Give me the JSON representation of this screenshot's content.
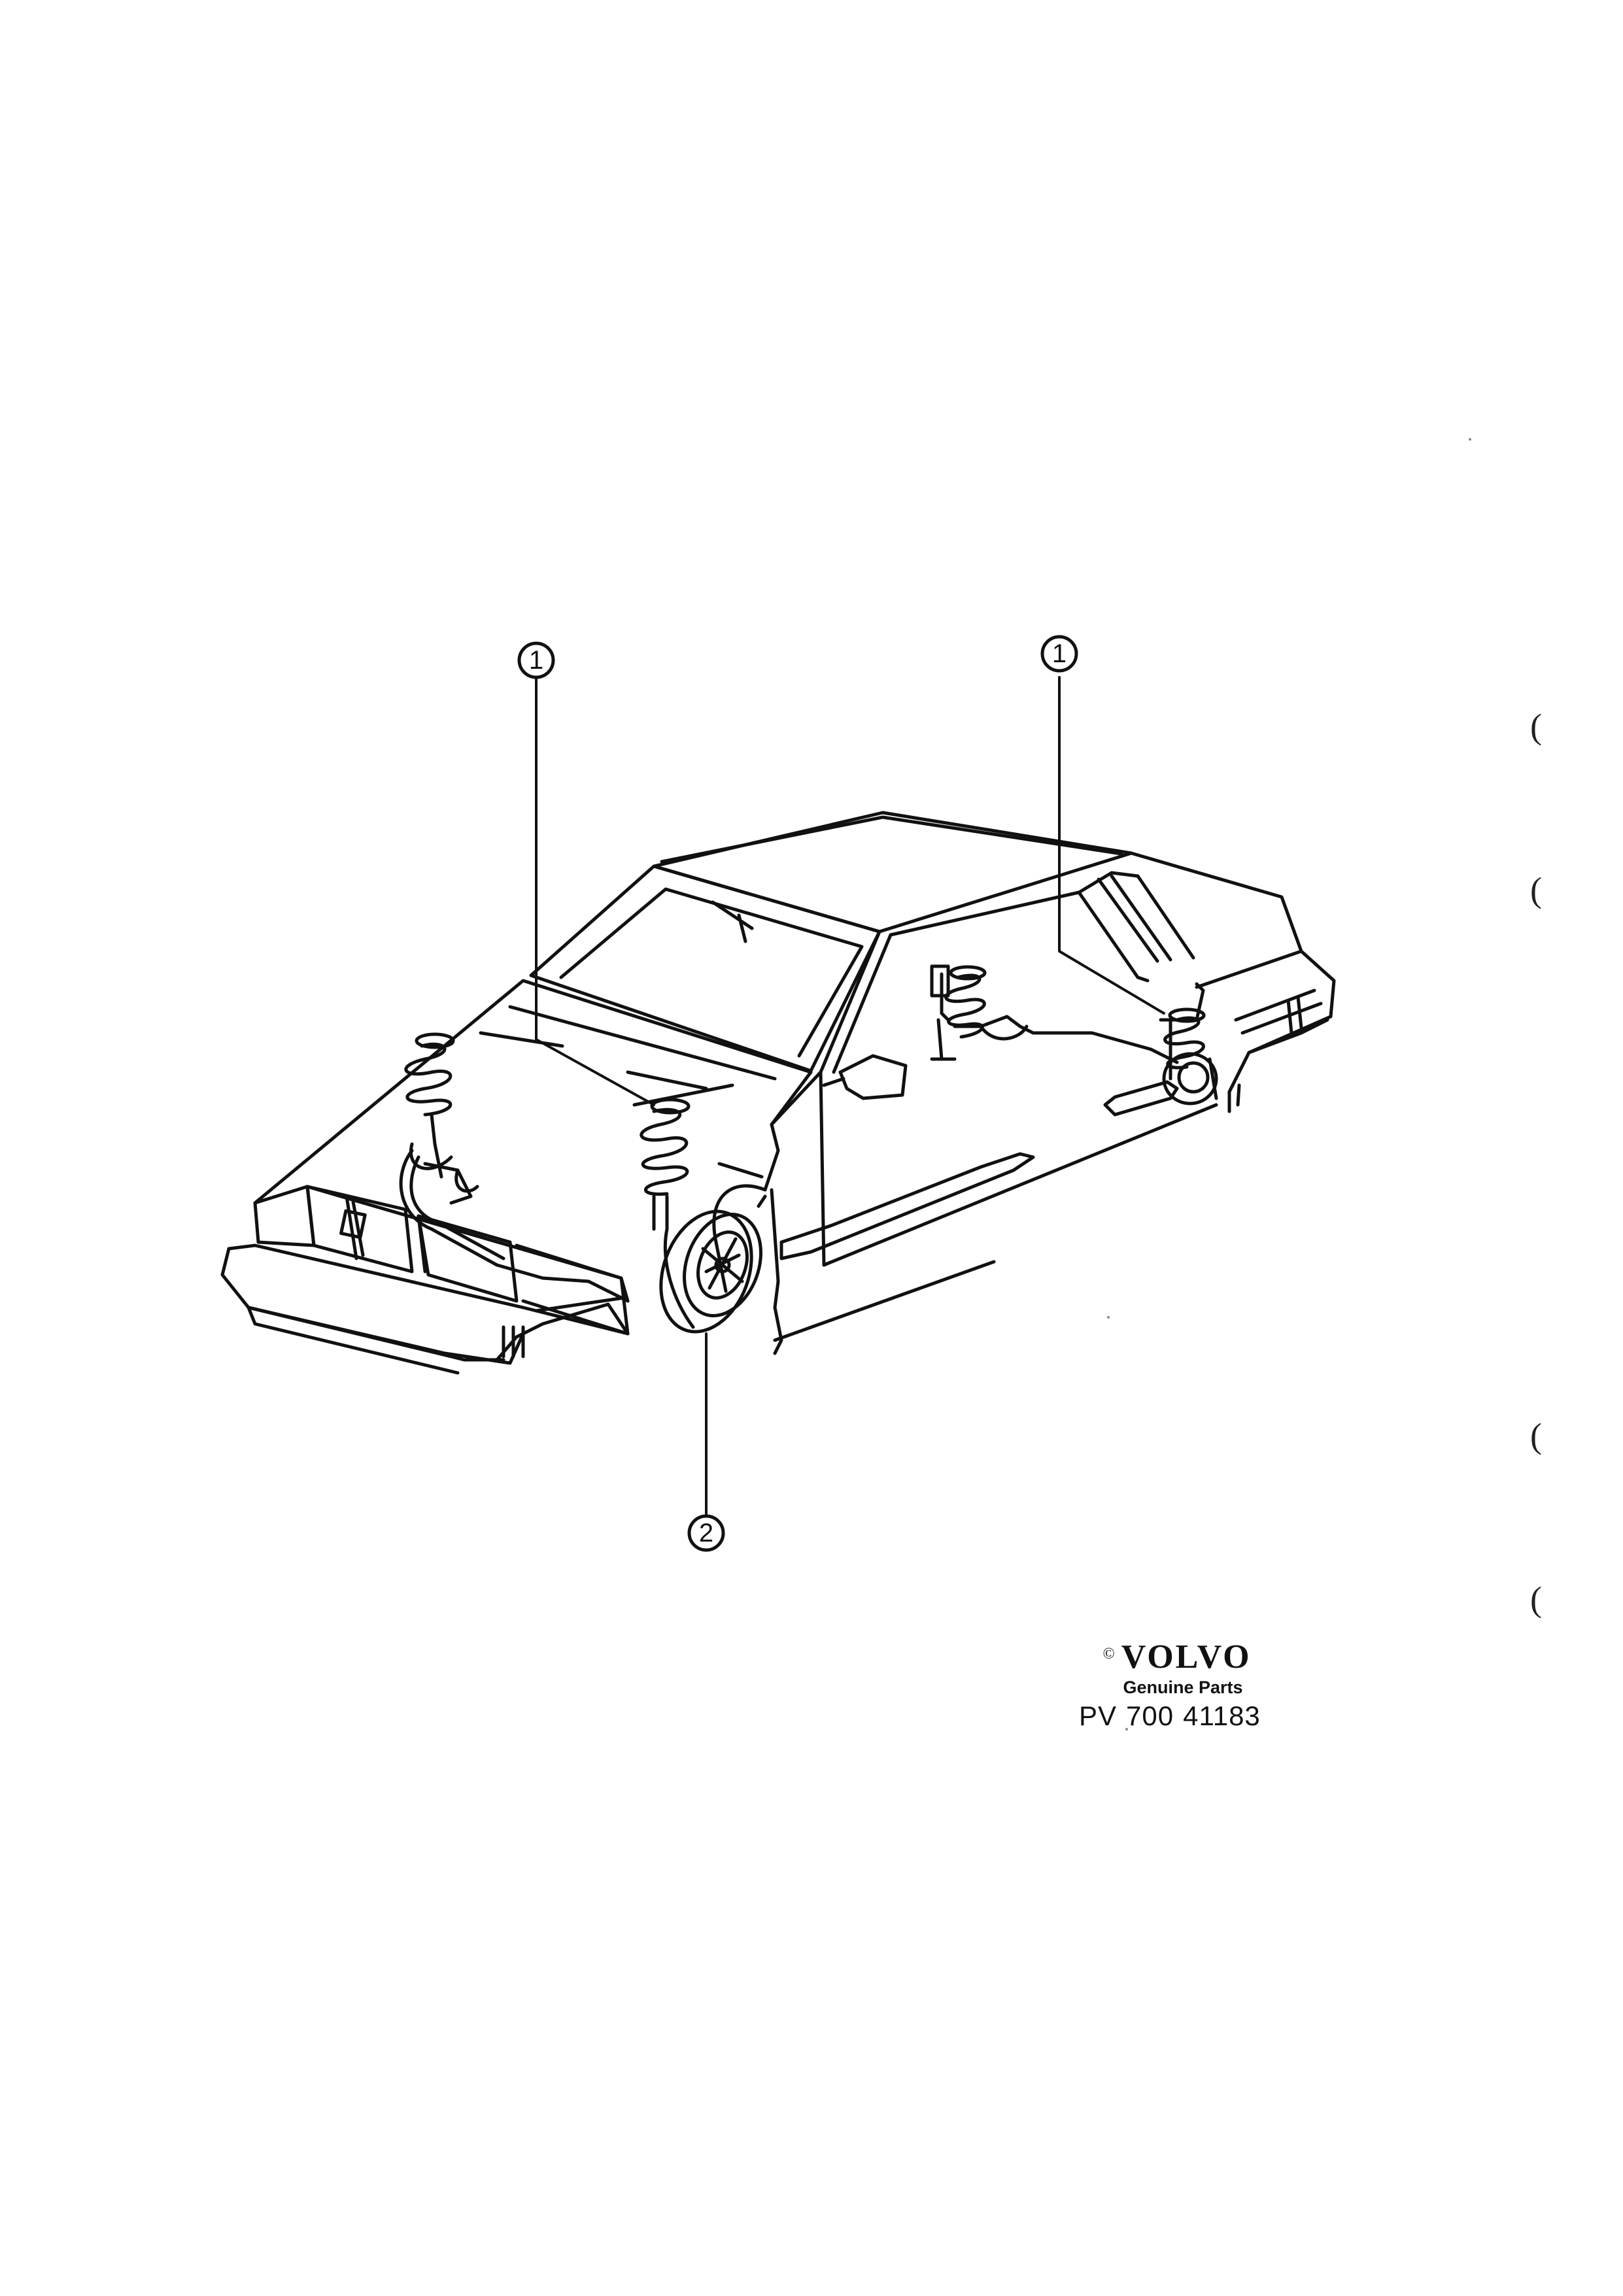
{
  "callouts": [
    {
      "id": "front-left-spring",
      "label": "1"
    },
    {
      "id": "rear-spring",
      "label": "1"
    },
    {
      "id": "wheel",
      "label": "2"
    }
  ],
  "branding": {
    "mark": "©",
    "name": "VOLVO",
    "subtitle": "Genuine Parts",
    "doc_prefix": "PV",
    "doc_series": "700",
    "doc_number": "41183"
  },
  "margin_marks": [
    "(",
    "(",
    "(",
    "("
  ]
}
